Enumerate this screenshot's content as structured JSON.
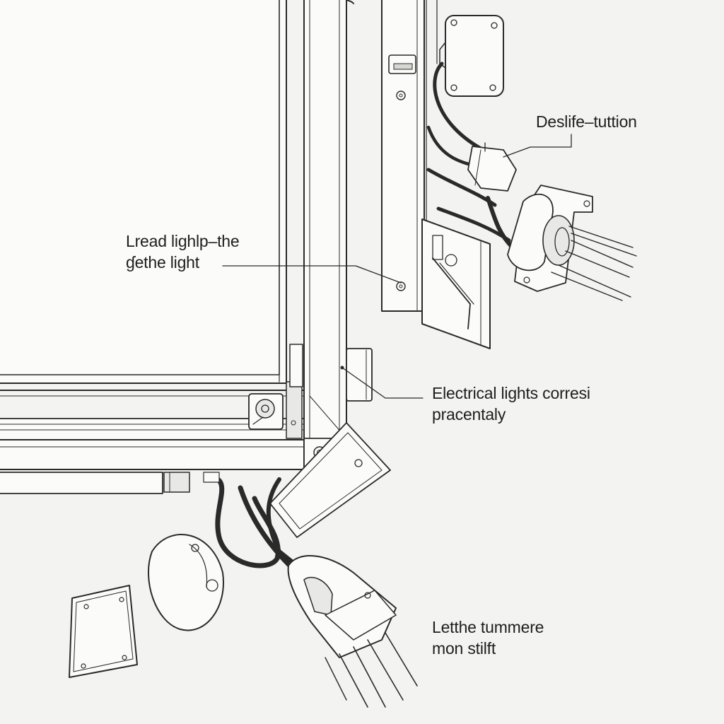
{
  "diagram": {
    "callouts": [
      {
        "id": "c1",
        "lines": [
          "Deslife–tuttion"
        ]
      },
      {
        "id": "c2",
        "lines": [
          "Lread lighlp–the",
          "ɠethe light"
        ]
      },
      {
        "id": "c3",
        "lines": [
          "Electrical lights corresi",
          "pracentaly"
        ]
      },
      {
        "id": "c4",
        "lines": [
          "Letthe tummere",
          "mon stilft"
        ]
      }
    ]
  },
  "colors": {
    "background": "#f3f3f2",
    "ink": "#2a2a2a"
  }
}
